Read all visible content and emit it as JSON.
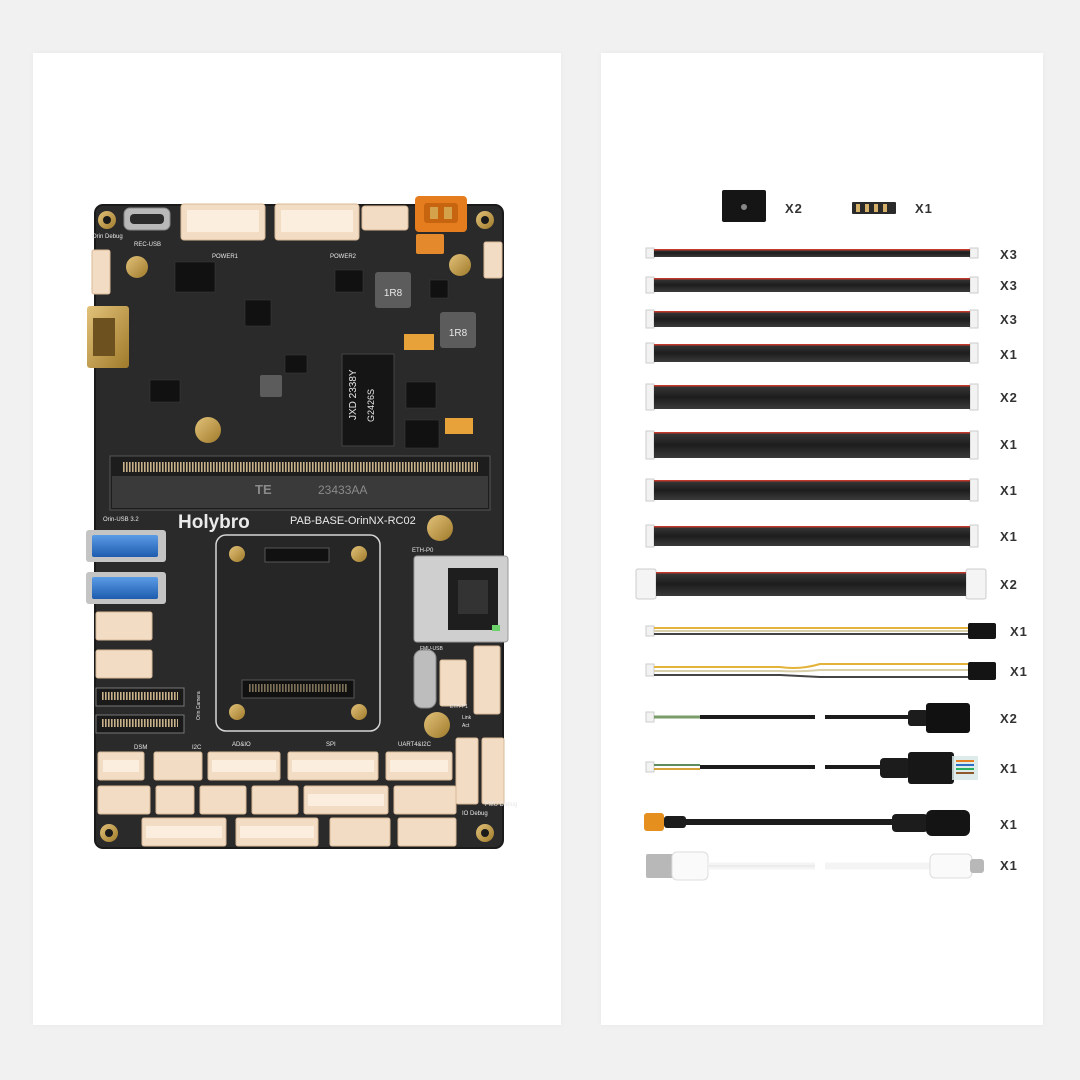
{
  "board": {
    "brand": "Holybro",
    "model": "PAB-BASE-OrinNX-RC02",
    "connector_mark": "TE",
    "connector_code": "23433AA",
    "chip_text_1": "JXD 2338Y",
    "chip_text_2": "G2426S",
    "inductor_1": "1R8",
    "inductor_2": "1R8",
    "labels": {
      "orin_debug": "Orin Debug",
      "power1": "POWER1",
      "power2": "POWER2",
      "rec_usb": "REC-USB",
      "orin_usb": "Orin-USB 3.2",
      "eth_p0": "ETH-P0",
      "eth_p1": "ETH-P1",
      "fmu_usb": "FMU-USB",
      "orin_camera": "Orin Camera",
      "dsm": "DSM",
      "i2c": "I2C",
      "adio": "AD&IO",
      "spi": "SPI",
      "uart4": "UART4&I2C",
      "io_debug": "IO Debug",
      "fmu_debug": "FMU Debug",
      "link": "Link",
      "act": "Act"
    }
  },
  "accessories": [
    {
      "name": "flight-controller-module",
      "qty": "X2"
    },
    {
      "name": "pin-header",
      "qty": "X1"
    },
    {
      "name": "cable-1",
      "qty": "X3"
    },
    {
      "name": "cable-2",
      "qty": "X3"
    },
    {
      "name": "cable-3",
      "qty": "X3"
    },
    {
      "name": "cable-4",
      "qty": "X1"
    },
    {
      "name": "cable-5",
      "qty": "X2"
    },
    {
      "name": "cable-6",
      "qty": "X1"
    },
    {
      "name": "cable-7",
      "qty": "X1"
    },
    {
      "name": "cable-8",
      "qty": "X1"
    },
    {
      "name": "cable-9",
      "qty": "X2"
    },
    {
      "name": "servo-cable-1",
      "qty": "X1"
    },
    {
      "name": "servo-cable-2",
      "qty": "X1"
    },
    {
      "name": "usb-a-cable",
      "qty": "X2"
    },
    {
      "name": "rj45-cable",
      "qty": "X1"
    },
    {
      "name": "xt30-barrel-cable",
      "qty": "X1"
    },
    {
      "name": "usb-c-cable",
      "qty": "X1"
    }
  ],
  "colors": {
    "background": "#f1f1f1",
    "panel": "#ffffff",
    "pcb": "#2b2b2b",
    "connector": "#f0d8c0",
    "xt30": "#e67e22",
    "usb_blue": "#2d6fc4",
    "gold": "#c9a14a"
  }
}
